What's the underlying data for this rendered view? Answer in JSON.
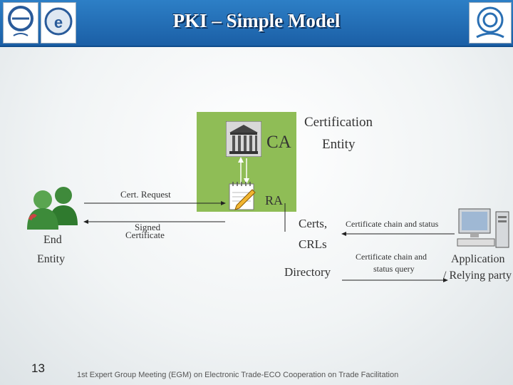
{
  "slide": {
    "title": "PKI – Simple Model",
    "page_number": "13",
    "footer": "1st Expert Group Meeting (EGM) on Electronic Trade-ECO Cooperation on Trade Facilitation"
  },
  "diagram": {
    "ca_label": "CA",
    "certification_entity_line1": "Certification",
    "certification_entity_line2": "Entity",
    "ra_label": "RA",
    "cert_request": "Cert. Request",
    "signed_certificate_line1": "Signed",
    "signed_certificate_line2": "Certificate",
    "end_entity_line1": "End",
    "end_entity_line2": "Entity",
    "certs_line1": "Certs,",
    "certs_line2": "CRLs",
    "directory": "Directory",
    "chain_status": "Certificate chain and status",
    "chain_query_line1": "Certificate chain and",
    "chain_query_line2": "status query",
    "application_line1": "Application",
    "application_line2": "/ Relying party"
  },
  "colors": {
    "banner": "#1f66ad",
    "ca_box": "#8fbd56"
  },
  "icons": [
    "organization-logo-left",
    "organization-logo-center",
    "eco-logo-right",
    "courthouse-icon",
    "notepad-pencil-icon",
    "users-icon",
    "computer-icon"
  ]
}
